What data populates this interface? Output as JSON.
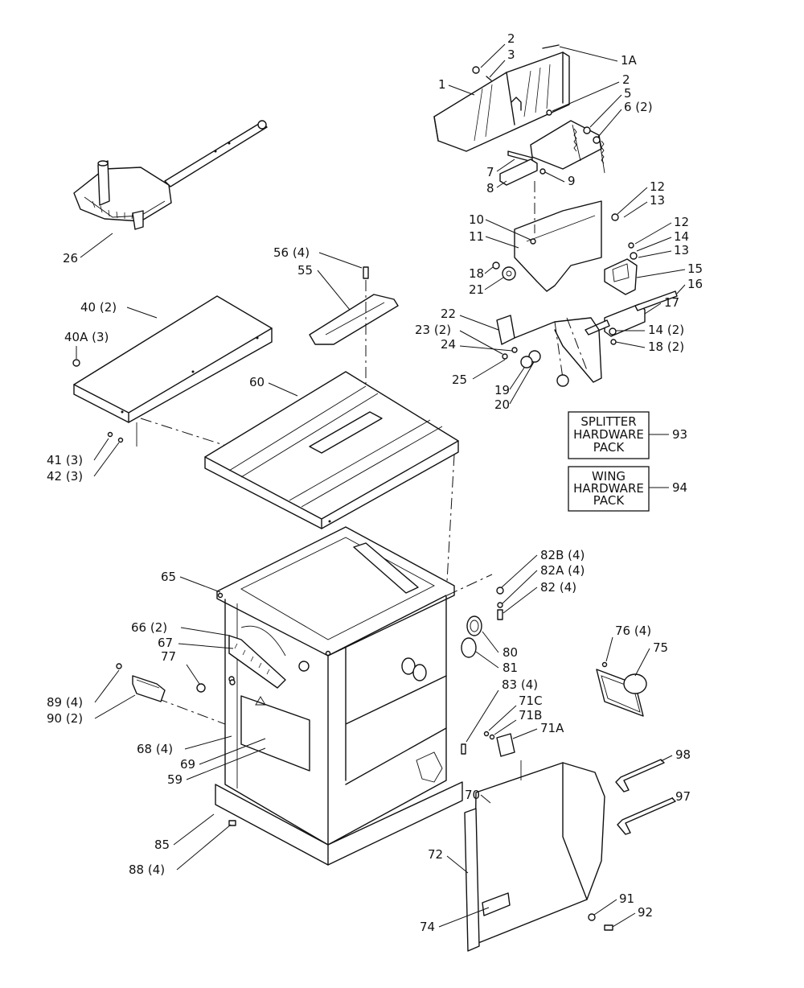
{
  "parts": [
    {
      "id": "p1A",
      "label": "1A"
    },
    {
      "id": "p1",
      "label": "1"
    },
    {
      "id": "p2a",
      "label": "2"
    },
    {
      "id": "p2b",
      "label": "2"
    },
    {
      "id": "p3",
      "label": "3"
    },
    {
      "id": "p5",
      "label": "5"
    },
    {
      "id": "p6",
      "label": "6 (2)"
    },
    {
      "id": "p7",
      "label": "7"
    },
    {
      "id": "p8",
      "label": "8"
    },
    {
      "id": "p9",
      "label": "9"
    },
    {
      "id": "p10",
      "label": "10"
    },
    {
      "id": "p11",
      "label": "11"
    },
    {
      "id": "p12a",
      "label": "12"
    },
    {
      "id": "p13a",
      "label": "13"
    },
    {
      "id": "p12b",
      "label": "12"
    },
    {
      "id": "p14a",
      "label": "14"
    },
    {
      "id": "p13b",
      "label": "13"
    },
    {
      "id": "p15",
      "label": "15"
    },
    {
      "id": "p16",
      "label": "16"
    },
    {
      "id": "p17",
      "label": "17"
    },
    {
      "id": "p14b",
      "label": "14 (2)"
    },
    {
      "id": "p18a",
      "label": "18"
    },
    {
      "id": "p21",
      "label": "21"
    },
    {
      "id": "p18b",
      "label": "18 (2)"
    },
    {
      "id": "p22",
      "label": "22"
    },
    {
      "id": "p23",
      "label": "23 (2)"
    },
    {
      "id": "p24",
      "label": "24"
    },
    {
      "id": "p25",
      "label": "25"
    },
    {
      "id": "p19",
      "label": "19"
    },
    {
      "id": "p20",
      "label": "20"
    },
    {
      "id": "p26",
      "label": "26"
    },
    {
      "id": "p56",
      "label": "56 (4)"
    },
    {
      "id": "p55",
      "label": "55"
    },
    {
      "id": "p40",
      "label": "40 (2)"
    },
    {
      "id": "p40A",
      "label": "40A (3)"
    },
    {
      "id": "p41",
      "label": "41 (3)"
    },
    {
      "id": "p42",
      "label": "42 (3)"
    },
    {
      "id": "p60",
      "label": "60"
    },
    {
      "id": "p65",
      "label": "65"
    },
    {
      "id": "p82B",
      "label": "82B (4)"
    },
    {
      "id": "p82A",
      "label": "82A (4)"
    },
    {
      "id": "p82",
      "label": "82 (4)"
    },
    {
      "id": "p66",
      "label": "66 (2)"
    },
    {
      "id": "p67",
      "label": "67"
    },
    {
      "id": "p77",
      "label": "77"
    },
    {
      "id": "p80",
      "label": "80"
    },
    {
      "id": "p81",
      "label": "81"
    },
    {
      "id": "p76",
      "label": "76 (4)"
    },
    {
      "id": "p75",
      "label": "75"
    },
    {
      "id": "p83",
      "label": "83 (4)"
    },
    {
      "id": "p71C",
      "label": "71C"
    },
    {
      "id": "p71B",
      "label": "71B"
    },
    {
      "id": "p71A",
      "label": "71A"
    },
    {
      "id": "p89",
      "label": "89 (4)"
    },
    {
      "id": "p90",
      "label": "90 (2)"
    },
    {
      "id": "p68",
      "label": "68 (4)"
    },
    {
      "id": "p69",
      "label": "69"
    },
    {
      "id": "p59",
      "label": "59"
    },
    {
      "id": "p98",
      "label": "98"
    },
    {
      "id": "p97",
      "label": "97"
    },
    {
      "id": "p70",
      "label": "70"
    },
    {
      "id": "p85",
      "label": "85"
    },
    {
      "id": "p88",
      "label": "88 (4)"
    },
    {
      "id": "p72",
      "label": "72"
    },
    {
      "id": "p91",
      "label": "91"
    },
    {
      "id": "p92",
      "label": "92"
    },
    {
      "id": "p74",
      "label": "74"
    }
  ],
  "packs": [
    {
      "id": "splitter",
      "lines": [
        "SPLITTER",
        "HARDWARE",
        "PACK"
      ],
      "number": "93"
    },
    {
      "id": "wing",
      "lines": [
        "WING",
        "HARDWARE",
        "PACK"
      ],
      "number": "94"
    }
  ],
  "warning_symbol": "warning-triangle"
}
